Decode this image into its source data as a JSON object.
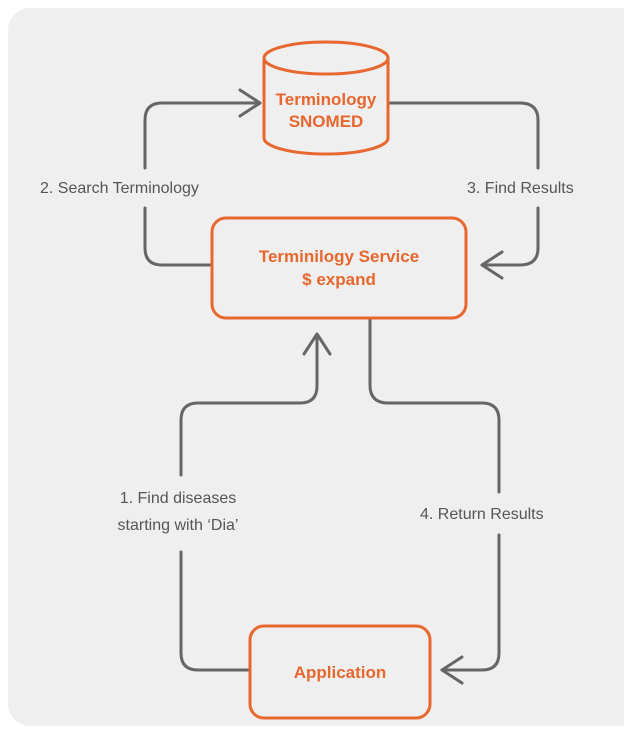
{
  "diagram": {
    "nodes": {
      "terminology_db": {
        "line1": "Terminology",
        "line2": "SNOMED"
      },
      "terminology_service": {
        "line1": "Terminilogy Service",
        "line2": "$ expand"
      },
      "application": {
        "label": "Application"
      }
    },
    "edges": {
      "search": {
        "label": "2. Search Terminology"
      },
      "find_results": {
        "label": "3. Find Results"
      },
      "find_diseases": {
        "line1": "1. Find diseases",
        "line2": "starting with ‘Dia’"
      },
      "return_results": {
        "label": "4. Return Results"
      }
    },
    "colors": {
      "accent": "#e8672f",
      "line": "#666666",
      "text": "#555555",
      "panel": "#efefef"
    }
  }
}
